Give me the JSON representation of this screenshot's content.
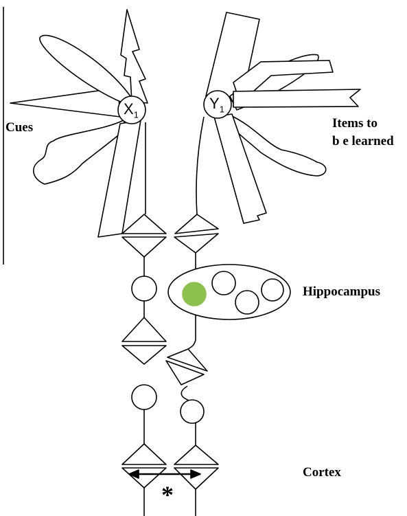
{
  "labels": {
    "cues": "Cues",
    "items_line1": "Items to",
    "items_line2": "b e learned",
    "hippocampus": "Hippocampus",
    "cortex": "Cortex",
    "asterisk": "*"
  },
  "nodes": {
    "x1": {
      "letter": "X",
      "subscript": "1"
    },
    "y1": {
      "letter": "Y",
      "subscript": "1"
    }
  },
  "colors": {
    "line": "#000000",
    "active_cell": "#8dc04f",
    "background": "#ffffff"
  }
}
